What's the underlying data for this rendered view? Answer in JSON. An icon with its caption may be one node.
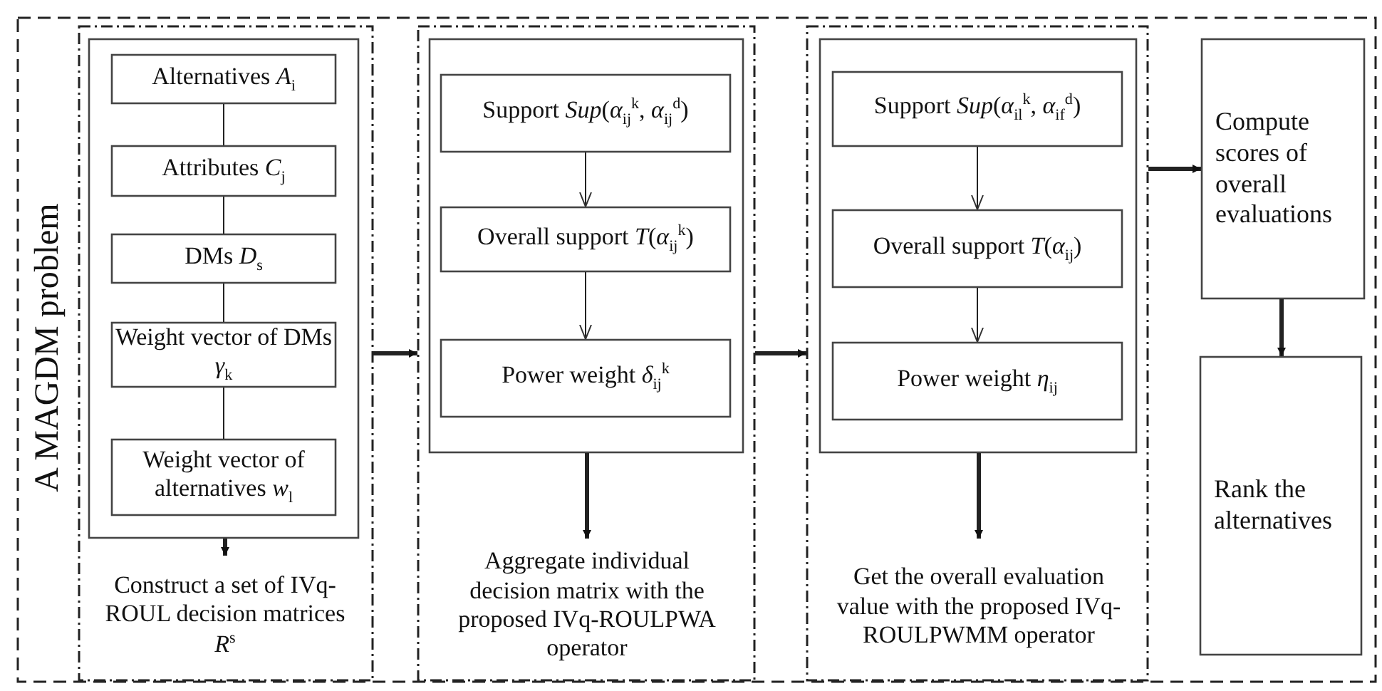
{
  "diagram": {
    "nodes": [
      {
        "text": [
          "A MAGDM problem"
        ]
      },
      {
        "text": [],
        "shape": "box",
        "in": 0
      },
      {
        "text": [],
        "shape": "box",
        "in": 1
      },
      {
        "text": [
          "Alternatives *A*$_{i}$"
        ],
        "in": 2
      },
      {
        "text": [
          "Attributes *C*$_{j}$"
        ],
        "in": 2
      },
      {
        "text": [
          "DMs *D*$_{s}$"
        ],
        "in": 2
      },
      {
        "text": [
          "Weight vector of DMs *γ*$_{k}$"
        ],
        "in": 2
      },
      {
        "text": [
          "Weight vector of alternatives *w*$_{l}$"
        ],
        "in": 2
      },
      {
        "text": [
          "Construct a set of IVq-ROUL decision matrices *R*$^{s}$"
        ],
        "in": 1
      },
      {
        "text": [],
        "shape": "box",
        "in": 0
      },
      {
        "text": [],
        "shape": "box",
        "in": 9
      },
      {
        "text": [
          "Support *Sup*(*α*$_{ij}$$^{k}$, *α*$_{ij}$$^{d}$)"
        ],
        "in": 10
      },
      {
        "text": [
          "Overall support *T*(*α*$_{ij}$$^{k}$)"
        ],
        "in": 10
      },
      {
        "text": [
          "Power weight *δ*$_{ij}$$^{k}$"
        ],
        "in": 10
      },
      {
        "text": [
          "Aggregate individual decision matrix with the proposed IVq-ROULPWA operator"
        ],
        "in": 9
      },
      {
        "text": [],
        "shape": "box",
        "in": 0
      },
      {
        "text": [],
        "shape": "box",
        "in": 15
      },
      {
        "text": [
          "Support *Sup*(*α*$_{il}$$^{k}$, *α*$_{if}$$^{d}$)"
        ],
        "in": 16
      },
      {
        "text": [
          "Overall support *T*(*α*$_{ij}$)"
        ],
        "in": 16
      },
      {
        "text": [
          "Power weight *η*$_{ij}$"
        ],
        "in": 16
      },
      {
        "text": [
          "Get the overall evaluation value with the proposed IVq-ROULPWMM operator"
        ],
        "in": 15
      },
      {
        "text": [
          "Compute scores of overall evaluations"
        ],
        "in": 0
      },
      {
        "text": [
          "Rank the alternatives"
        ],
        "in": 0
      }
    ],
    "edges": [
      {
        "from": 3,
        "to": 4,
        "arrow": "none"
      },
      {
        "from": 4,
        "to": 5,
        "arrow": "none"
      },
      {
        "from": 5,
        "to": 6,
        "arrow": "none"
      },
      {
        "from": 6,
        "to": 7,
        "arrow": "none"
      },
      {
        "from": 2,
        "to": 8,
        "arrow": "to",
        "style": "thick"
      },
      {
        "from": 1,
        "to": 9,
        "arrow": "to",
        "style": "thick"
      },
      {
        "from": 11,
        "to": 12,
        "arrow": "to"
      },
      {
        "from": 12,
        "to": 13,
        "arrow": "to"
      },
      {
        "from": 10,
        "to": 14,
        "arrow": "to",
        "style": "thick"
      },
      {
        "from": 9,
        "to": 15,
        "arrow": "to",
        "style": "thick"
      },
      {
        "from": 17,
        "to": 18,
        "arrow": "to"
      },
      {
        "from": 18,
        "to": 19,
        "arrow": "to"
      },
      {
        "from": 16,
        "to": 20,
        "arrow": "to",
        "style": "thick"
      },
      {
        "from": 15,
        "to": 21,
        "arrow": "to",
        "style": "thick"
      },
      {
        "from": 21,
        "to": 22,
        "arrow": "to",
        "style": "thick"
      }
    ]
  }
}
